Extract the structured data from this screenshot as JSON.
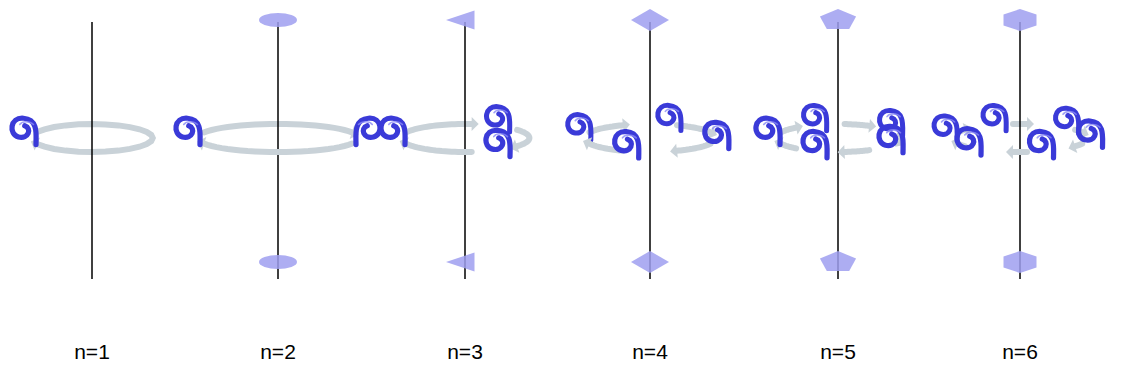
{
  "diagram": {
    "labels": [
      "n=1",
      "n=2",
      "n=3",
      "n=4",
      "n=5",
      "n=6"
    ]
  }
}
